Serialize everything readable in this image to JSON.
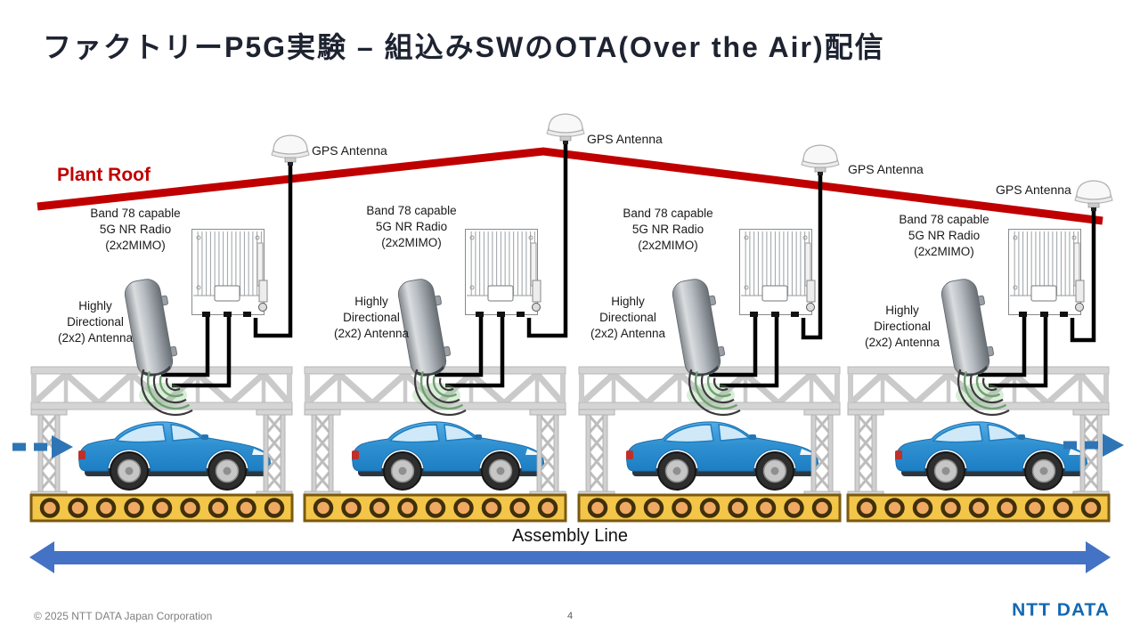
{
  "title": "ファクトリーP5G実験 – 組込みSWのOTA(Over the Air)配信",
  "plant_roof_label": "Plant Roof",
  "gps_antenna_labels": [
    "GPS Antenna",
    "GPS Antenna",
    "GPS Antenna",
    "GPS Antenna"
  ],
  "stations": [
    {
      "radio_label": "Band 78 capable\n5G NR Radio\n(2x2MIMO)",
      "antenna_label": "Highly\nDirectional\n(2x2) Antenna"
    },
    {
      "radio_label": "Band 78 capable\n5G NR Radio\n(2x2MIMO)",
      "antenna_label": "Highly\nDirectional\n(2x2) Antenna"
    },
    {
      "radio_label": "Band 78 capable\n5G NR Radio\n(2x2MIMO)",
      "antenna_label": "Highly\nDirectional\n(2x2) Antenna"
    },
    {
      "radio_label": "Band 78 capable\n5G NR Radio\n(2x2MIMO)",
      "antenna_label": "Highly\nDirectional\n(2x2) Antenna"
    }
  ],
  "assembly_line_label": "Assembly Line",
  "footer": {
    "copyright": "© 2025 NTT DATA Japan Corporation",
    "page_number": "4",
    "logo_text": "NTT DATA"
  },
  "colors": {
    "roof_red": "#C00000",
    "assembly_arrow_blue": "#4472C4",
    "flow_arrow_blue": "#2E75B6",
    "car_blue": "#2E8FD0",
    "conveyor_yellow": "#F3C64A",
    "truss_gray": "#CDCDCD",
    "signal_green": "#6FA06F",
    "logo_blue": "#1268B3",
    "title_dark": "#1E2331"
  }
}
